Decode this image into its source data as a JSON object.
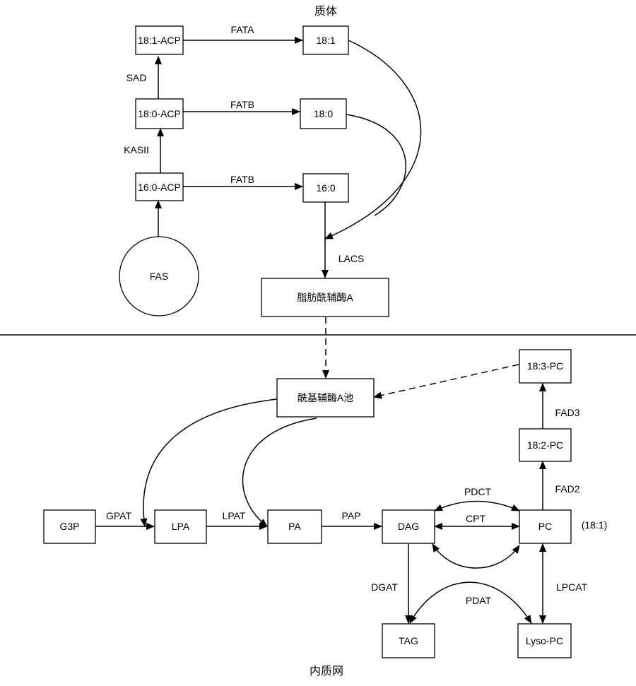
{
  "regions": {
    "plastid": "质体",
    "er": "内质网"
  },
  "nodes": {
    "acp181": "18:1-ACP",
    "acp180": "18:0-ACP",
    "acp160": "16:0-ACP",
    "fa181": "18:1",
    "fa180": "18:0",
    "fa160": "16:0",
    "fas": "FAS",
    "acyl_coa": "脂肪酰辅酶A",
    "acyl_coa_pool": "酰基辅酶A池",
    "pc183": "18:3-PC",
    "pc182": "18:2-PC",
    "g3p": "G3P",
    "lpa": "LPA",
    "pa": "PA",
    "dag": "DAG",
    "pc": "PC",
    "tag": "TAG",
    "lyso_pc": "Lyso-PC"
  },
  "enzymes": {
    "fata": "FATA",
    "fatb_top": "FATB",
    "fatb_bottom": "FATB",
    "sad": "SAD",
    "kasii": "KASII",
    "lacs": "LACS",
    "fad3": "FAD3",
    "fad2": "FAD2",
    "gpat": "GPAT",
    "lpat": "LPAT",
    "pap": "PAP",
    "pdct": "PDCT",
    "cpt": "CPT",
    "dgat": "DGAT",
    "pdat": "PDAT",
    "lpcat": "LPCAT"
  },
  "annotations": {
    "pc_note": "(18:1)"
  }
}
